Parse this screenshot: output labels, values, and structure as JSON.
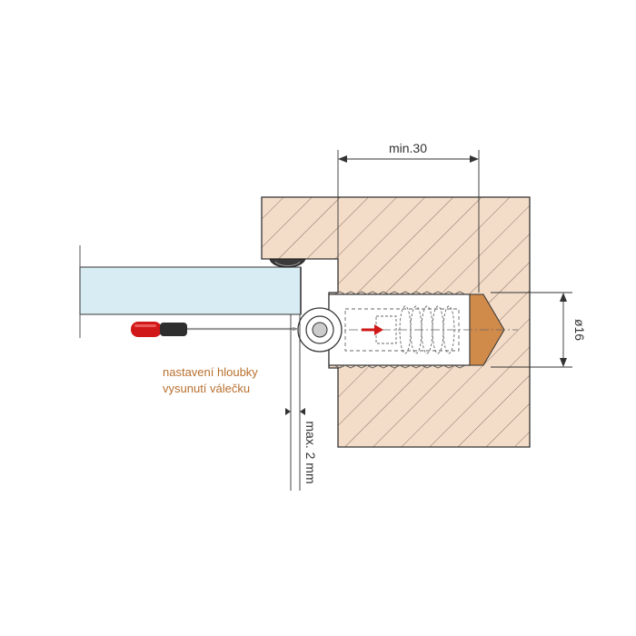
{
  "dimensions": {
    "min_depth": "min.30",
    "diameter": "ø16",
    "max_gap": "max. 2 mm"
  },
  "note": {
    "line1": "nastavení hloubky",
    "line2": "vysunutí válečku"
  },
  "colors": {
    "wood": "#f3ddc9",
    "glass": "#d7ecf3",
    "bolt_tip": "#d08a4a",
    "note_text": "#b8702f",
    "screwdriver_handle": "#d01818",
    "arrow": "#d01818"
  }
}
